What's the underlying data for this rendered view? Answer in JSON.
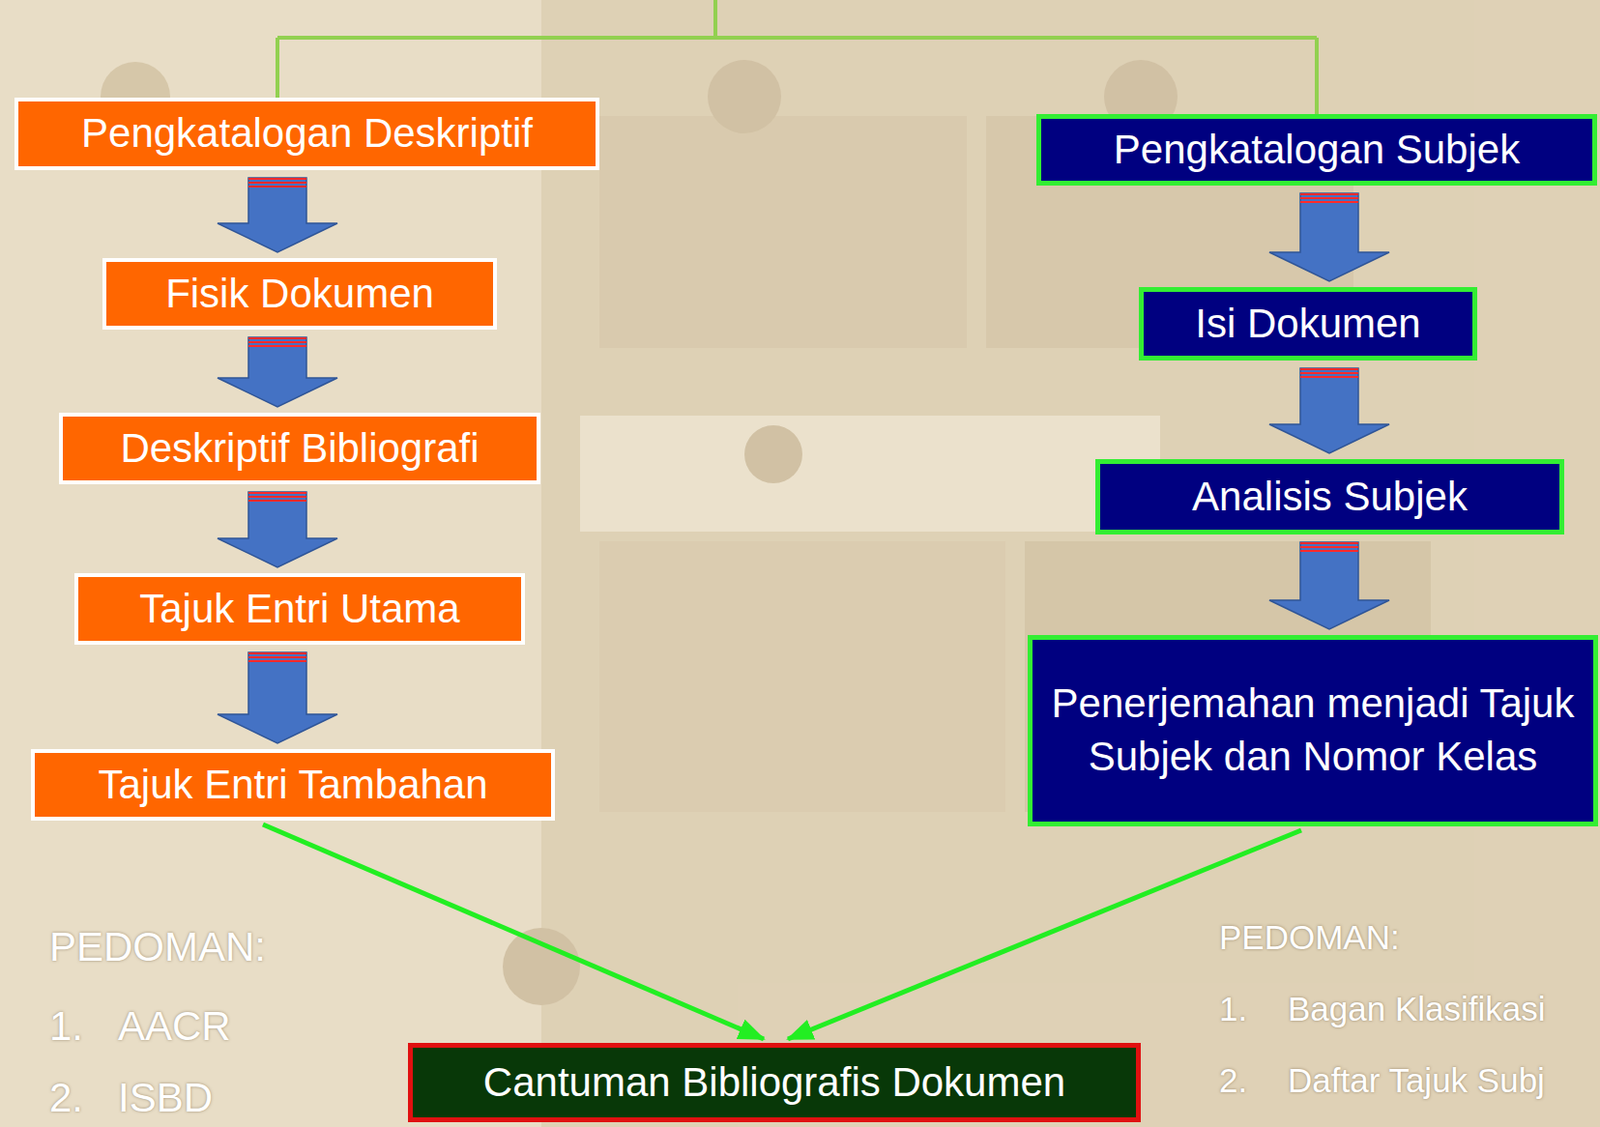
{
  "diagram": {
    "nodes": [
      {
        "text": [
          "Pengkatalogan Deskriptif"
        ]
      },
      {
        "text": [
          "Fisik Dokumen"
        ]
      },
      {
        "text": [
          "Deskriptif Bibliografi"
        ]
      },
      {
        "text": [
          "Tajuk Entri Utama"
        ]
      },
      {
        "text": [
          "Tajuk Entri Tambahan"
        ]
      },
      {
        "text": [
          "Pengkatalogan Subjek"
        ]
      },
      {
        "text": [
          "Isi Dokumen"
        ]
      },
      {
        "text": [
          "Analisis Subjek"
        ]
      },
      {
        "text": [
          "Penerjemahan menjadi Tajuk Subjek dan Nomor Kelas"
        ]
      },
      {
        "text": [
          "Cantuman Bibliografis Dokumen"
        ]
      }
    ],
    "edges": [
      {
        "from": 0,
        "to": 1,
        "arrow": "to"
      },
      {
        "from": 1,
        "to": 2,
        "arrow": "to"
      },
      {
        "from": 2,
        "to": 3,
        "arrow": "to"
      },
      {
        "from": 3,
        "to": 4,
        "arrow": "to"
      },
      {
        "from": 5,
        "to": 6,
        "arrow": "to"
      },
      {
        "from": 6,
        "to": 7,
        "arrow": "to"
      },
      {
        "from": 7,
        "to": 8,
        "arrow": "to"
      },
      {
        "from": 4,
        "to": 9,
        "arrow": "to"
      },
      {
        "from": 8,
        "to": 9,
        "arrow": "to"
      }
    ],
    "labels": [
      "PEDOMAN:",
      "1.",
      "AACR",
      "2.",
      "ISBD",
      "PEDOMAN:",
      "1.",
      "Bagan Klasifikasi",
      "2.",
      "Daftar Tajuk Subj"
    ]
  }
}
